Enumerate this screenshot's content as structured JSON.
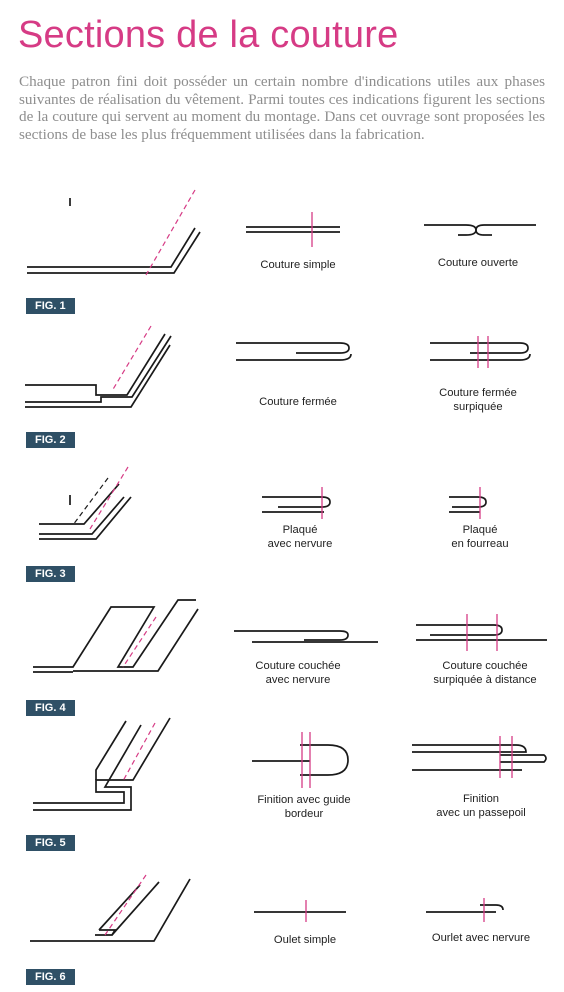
{
  "page": {
    "title": "Sections de la couture",
    "intro": "Chaque patron fini doit posséder un certain nombre d'indications utiles aux phases suivantes de réalisation du vêtement. Parmi toutes ces indications figurent les sections de la couture qui servent au moment du montage. Dans cet ouvrage sont proposées les sections de base les plus fréquemment utilisées dans la fabrication.",
    "colors": {
      "accent": "#d63b85",
      "badge": "#2f5066",
      "body_text": "#8e8e8e"
    }
  },
  "figures": [
    {
      "label": "FIG. 1",
      "captions": [
        [
          "Couture simple"
        ],
        [
          "Couture ouverte"
        ]
      ]
    },
    {
      "label": "FIG. 2",
      "captions": [
        [
          "Couture fermée"
        ],
        [
          "Couture fermée",
          "surpiquée"
        ]
      ]
    },
    {
      "label": "FIG. 3",
      "captions": [
        [
          "Plaqué",
          "avec nervure"
        ],
        [
          "Plaqué",
          "en fourreau"
        ]
      ]
    },
    {
      "label": "FIG. 4",
      "captions": [
        [
          "Couture couchée",
          "avec nervure"
        ],
        [
          "Couture couchée",
          "surpiquée à distance"
        ]
      ]
    },
    {
      "label": "FIG. 5",
      "captions": [
        [
          "Finition avec guide",
          "bordeur"
        ],
        [
          "Finition",
          "avec un passepoil"
        ]
      ]
    },
    {
      "label": "FIG. 6",
      "captions": [
        [
          "Oulet simple"
        ],
        [
          "Ourlet avec nervure"
        ]
      ]
    }
  ]
}
